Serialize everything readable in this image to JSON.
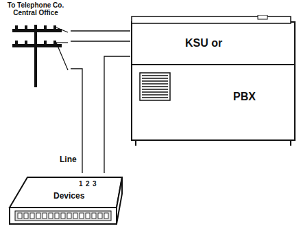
{
  "diagram": {
    "nodes": [
      {
        "text": [
          "To Telephone Co. Central Office"
        ]
      },
      {
        "text": [
          "KSU or",
          "PBX"
        ]
      },
      {
        "text": [
          "1",
          "2",
          "3",
          "Devices"
        ]
      }
    ],
    "edges": [
      {
        "from": 0,
        "to": 1,
        "arrow": "none"
      },
      {
        "from": 0,
        "to": 1,
        "arrow": "none"
      },
      {
        "from": 0,
        "to": 2,
        "label": "Line",
        "arrow": "none"
      },
      {
        "from": 2,
        "to": 1,
        "arrow": "none"
      }
    ]
  }
}
